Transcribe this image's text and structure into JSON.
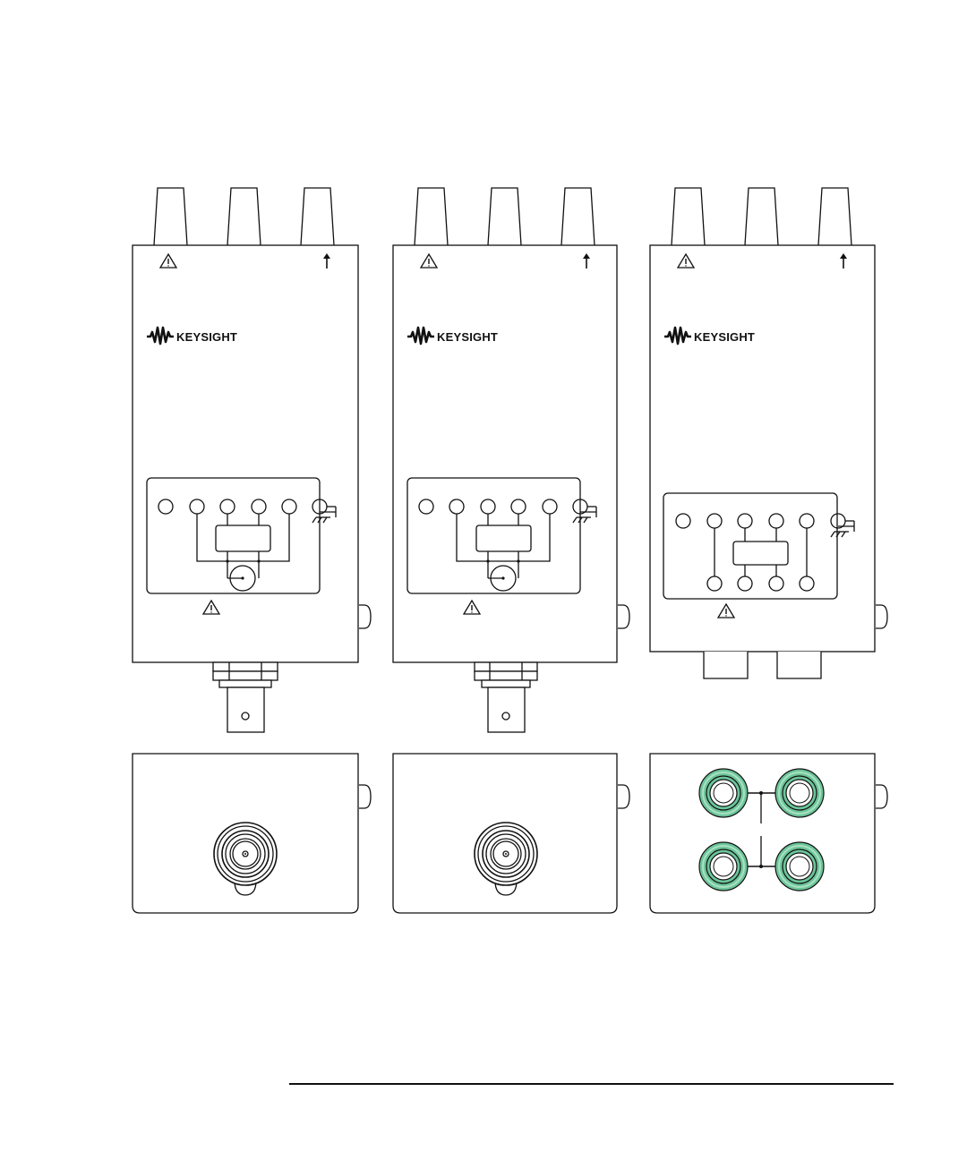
{
  "brand": {
    "name": "KEYSIGHT",
    "logo": "keysight-wave-logo"
  },
  "colors": {
    "line": "#111111",
    "binding_post": "#6cc59a",
    "binding_post_light": "#a8e0c2"
  },
  "devices": [
    {
      "id": "bnc-adapter-a",
      "type": "bnc",
      "top_connectors": 3
    },
    {
      "id": "bnc-adapter-b",
      "type": "bnc",
      "top_connectors": 3
    },
    {
      "id": "binding-post-adapter",
      "type": "binding-post",
      "top_connectors": 3,
      "posts": 4
    }
  ],
  "icons": [
    "warning-triangle-icon",
    "arrow-up-icon",
    "ground-icon",
    "bnc-connector-icon",
    "binding-post-icon"
  ]
}
